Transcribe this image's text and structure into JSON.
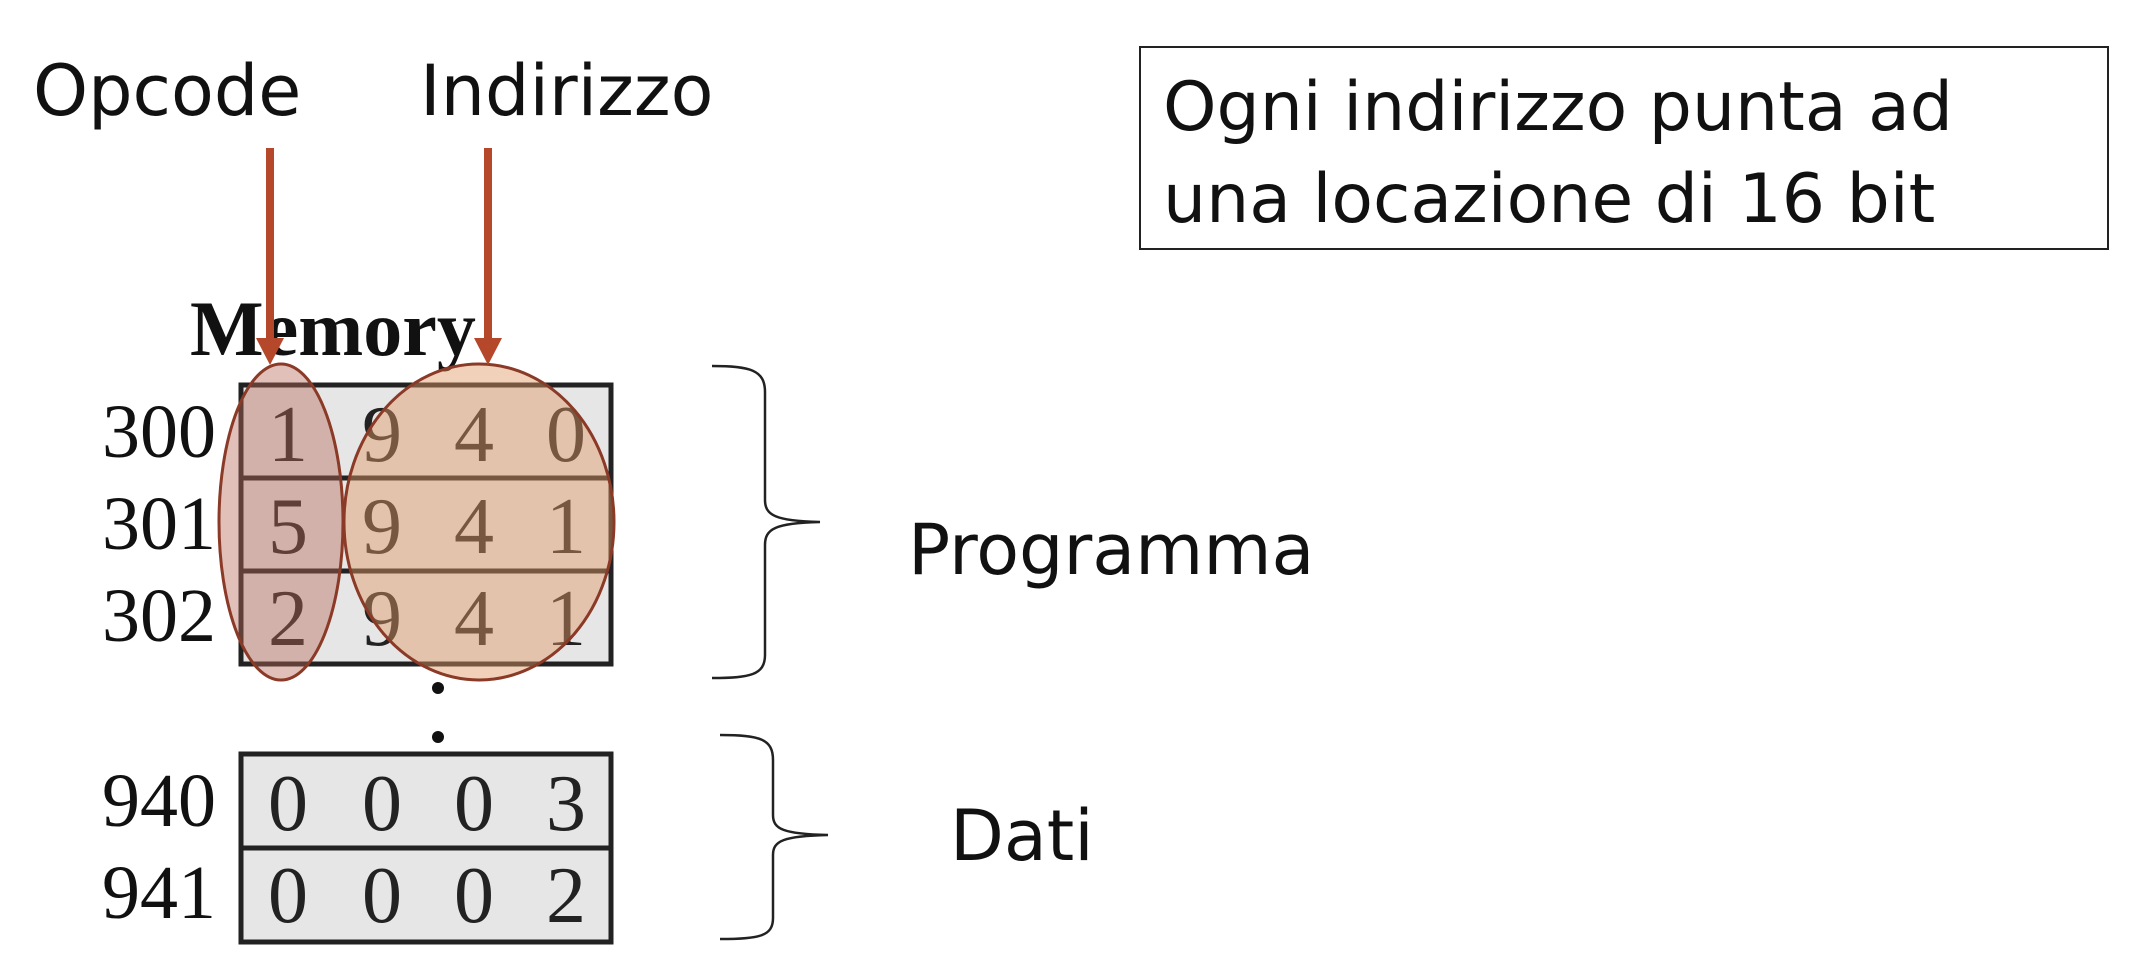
{
  "labels": {
    "opcode": "Opcode",
    "address": "Indirizzo",
    "memory_title": "Memory",
    "program": "Programma",
    "data": "Dati"
  },
  "info_box": {
    "line1": "Ogni indirizzo punta ad",
    "line2": "una locazione di 16 bit"
  },
  "program_memory": [
    {
      "address": "300",
      "digits": [
        "1",
        "9",
        "4",
        "0"
      ]
    },
    {
      "address": "301",
      "digits": [
        "5",
        "9",
        "4",
        "1"
      ]
    },
    {
      "address": "302",
      "digits": [
        "2",
        "9",
        "4",
        "1"
      ]
    }
  ],
  "data_memory": [
    {
      "address": "940",
      "digits": [
        "0",
        "0",
        "0",
        "3"
      ]
    },
    {
      "address": "941",
      "digits": [
        "0",
        "0",
        "0",
        "2"
      ]
    }
  ],
  "colors": {
    "arrow": "#b5482a",
    "cell_fill": "#e6e6e6",
    "opcode_highlight": "#c98a7e",
    "address_highlight": "#e9b48c",
    "highlight_stroke": "#8a3a26",
    "ink": "#111111"
  }
}
